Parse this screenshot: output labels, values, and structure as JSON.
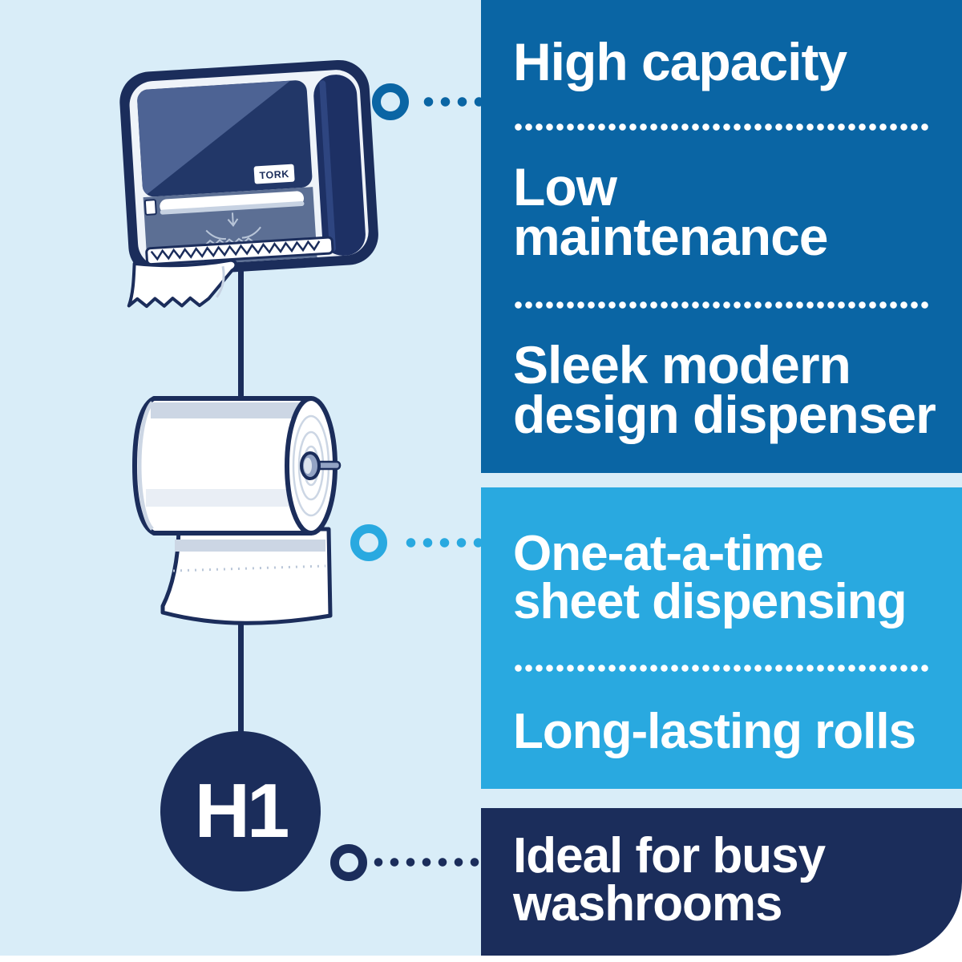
{
  "meta": {
    "description": "Tork H1 paper towel dispenser feature infographic"
  },
  "colors": {
    "background": "#d9edf8",
    "panel_blue": "#0a65a4",
    "panel_cyan": "#29a9e0",
    "navy": "#1b2d5b",
    "text": "#ffffff",
    "dispenser_window": "#223768",
    "dispenser_reflection": "#4d6394",
    "paper_shade": "#ccd6e4"
  },
  "illustration": {
    "dispenser_logo": "TORK",
    "badge_label": "H1"
  },
  "panels": {
    "top": {
      "item1_lines": [
        "High capacity"
      ],
      "item2_lines": [
        "Low",
        "maintenance"
      ],
      "item3_lines": [
        "Sleek modern",
        "design dispenser"
      ]
    },
    "middle": {
      "item1_lines": [
        "One-at-a-time",
        "sheet dispensing"
      ],
      "item2_lines": [
        "Long-lasting rolls"
      ]
    },
    "bottom": {
      "item1_lines": [
        "Ideal for busy",
        "washrooms"
      ]
    }
  }
}
